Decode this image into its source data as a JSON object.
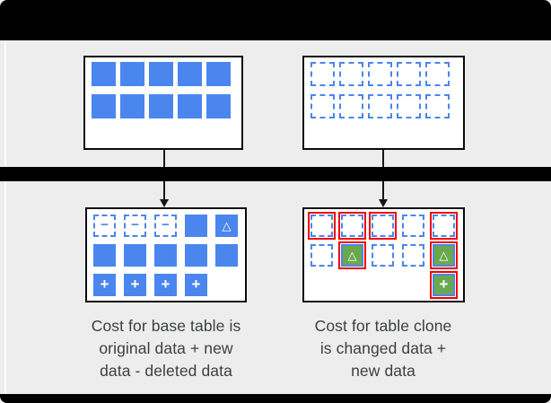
{
  "colors": {
    "background": "#ededed",
    "bar": "#000000",
    "box_border": "#0a0a0a",
    "blue": "#4a86ee",
    "green": "#6aa84f",
    "red": "#ee0000",
    "text": "#3c4043"
  },
  "glyphs": {
    "minus": "−",
    "plus": "+",
    "triangle": "△"
  },
  "boxes": {
    "top_left": {
      "grid": [
        [
          "solid",
          "solid",
          "solid",
          "solid",
          "solid"
        ],
        [
          "solid",
          "solid",
          "solid",
          "solid",
          "solid"
        ]
      ]
    },
    "top_right": {
      "grid": [
        [
          "dashed",
          "dashed",
          "dashed",
          "dashed",
          "dashed"
        ],
        [
          "dashed",
          "dashed",
          "dashed",
          "dashed",
          "dashed"
        ]
      ]
    },
    "bottom_left": {
      "grid": [
        [
          "dashed-minus",
          "dashed-minus",
          "dashed-minus",
          "solid",
          "solid-triangle"
        ],
        [
          "solid",
          "solid",
          "solid",
          "solid",
          "solid"
        ],
        [
          "solid-plus",
          "solid-plus",
          "solid-plus",
          "solid-plus",
          "empty"
        ]
      ]
    },
    "bottom_right": {
      "grid": [
        [
          "dashed-red",
          "dashed-red",
          "dashed-red",
          "dashed",
          "dashed-red"
        ],
        [
          "dashed",
          "green-triangle-red",
          "dashed",
          "dashed",
          "green-triangle-red"
        ],
        [
          "empty",
          "empty",
          "empty",
          "empty",
          "green-plus-red"
        ]
      ]
    }
  },
  "captions": {
    "left_lines": [
      "Cost for base table is",
      "original data + new",
      "data - deleted data"
    ],
    "right_lines": [
      "Cost for table clone",
      "is changed data +",
      "new data"
    ]
  }
}
